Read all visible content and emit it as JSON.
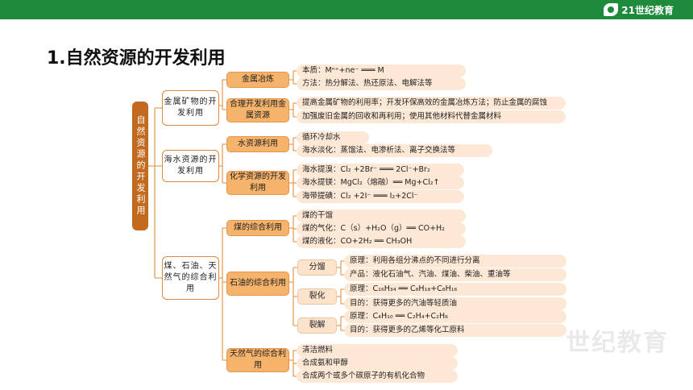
{
  "header": {
    "logo_text": "21世纪教育"
  },
  "title": "1.自然资源的开发利用",
  "root": "自然资源的开发利用",
  "level1": {
    "metal": "金属矿物的开发利用",
    "sea": "海水资源的开发利用",
    "coal": "煤、石油、天然气的综合利用"
  },
  "level2": {
    "smelt": "金属冶炼",
    "reasonable": "合理开发利用金属资源",
    "water": "水资源利用",
    "chem": "化学资源的开发利用",
    "coaluse": "煤的综合利用",
    "oil": "石油的综合利用",
    "gas": "天然气的综合利用"
  },
  "level3": {
    "fractionation": "分馏",
    "cracking": "裂化",
    "splitting": "裂解"
  },
  "leaves": {
    "essence": "本质：Mⁿ⁺+ne⁻ ═══ M",
    "methods": "方法：热分解法、热还原法、电解法等",
    "improve": "提高金属矿物的利用率；开发环保高效的金属冶炼方法；防止金属的腐蚀",
    "recycle": "加强废旧金属的回收和再利用；使用其他材料代替金属材料",
    "cycle_cooling": "循环冷却水",
    "desal": "海水淡化：蒸馏法、电渗析法、离子交换法等",
    "bromine": "海水提溴：Cl₂ +2Br⁻ ═══ 2Cl⁻+Br₂",
    "magnesium": "海水提镁：MgCl₂（熔融）══ Mg+Cl₂↑",
    "iodine": "海带提碘：Cl₂ +2I⁻ ═══ I₂+2Cl⁻",
    "coal_dist": "煤的干馏",
    "coal_gas": "煤的气化：C（s）+H₂O（g）══ CO+H₂",
    "coal_liq": "煤的液化：CO+2H₂ ══ CH₃OH",
    "frac_principle": "原理：利用各组分沸点的不同进行分离",
    "frac_products": "产品：液化石油气、汽油、煤油、柴油、重油等",
    "crack_principle": "原理：C₁₆H₃₄ ══ C₈H₁₈+C₈H₁₆",
    "crack_purpose": "目的：获得更多的汽油等轻质油",
    "split_principle": "原理：C₄H₁₀ ══ C₂H₄+C₂H₆",
    "split_purpose": "目的：获得更多的乙烯等化工原料",
    "clean_fuel": "清洁燃料",
    "ammonia": "合成氨和甲醇",
    "organic": "合成两个或多个碳原子的有机化合物"
  },
  "watermark": "世纪教育",
  "colors": {
    "header": "#1e8b3c",
    "root": "#c26a1f",
    "level2": "#f6b36b",
    "leaf": "#fde8d6",
    "line": "#e3a15a"
  }
}
